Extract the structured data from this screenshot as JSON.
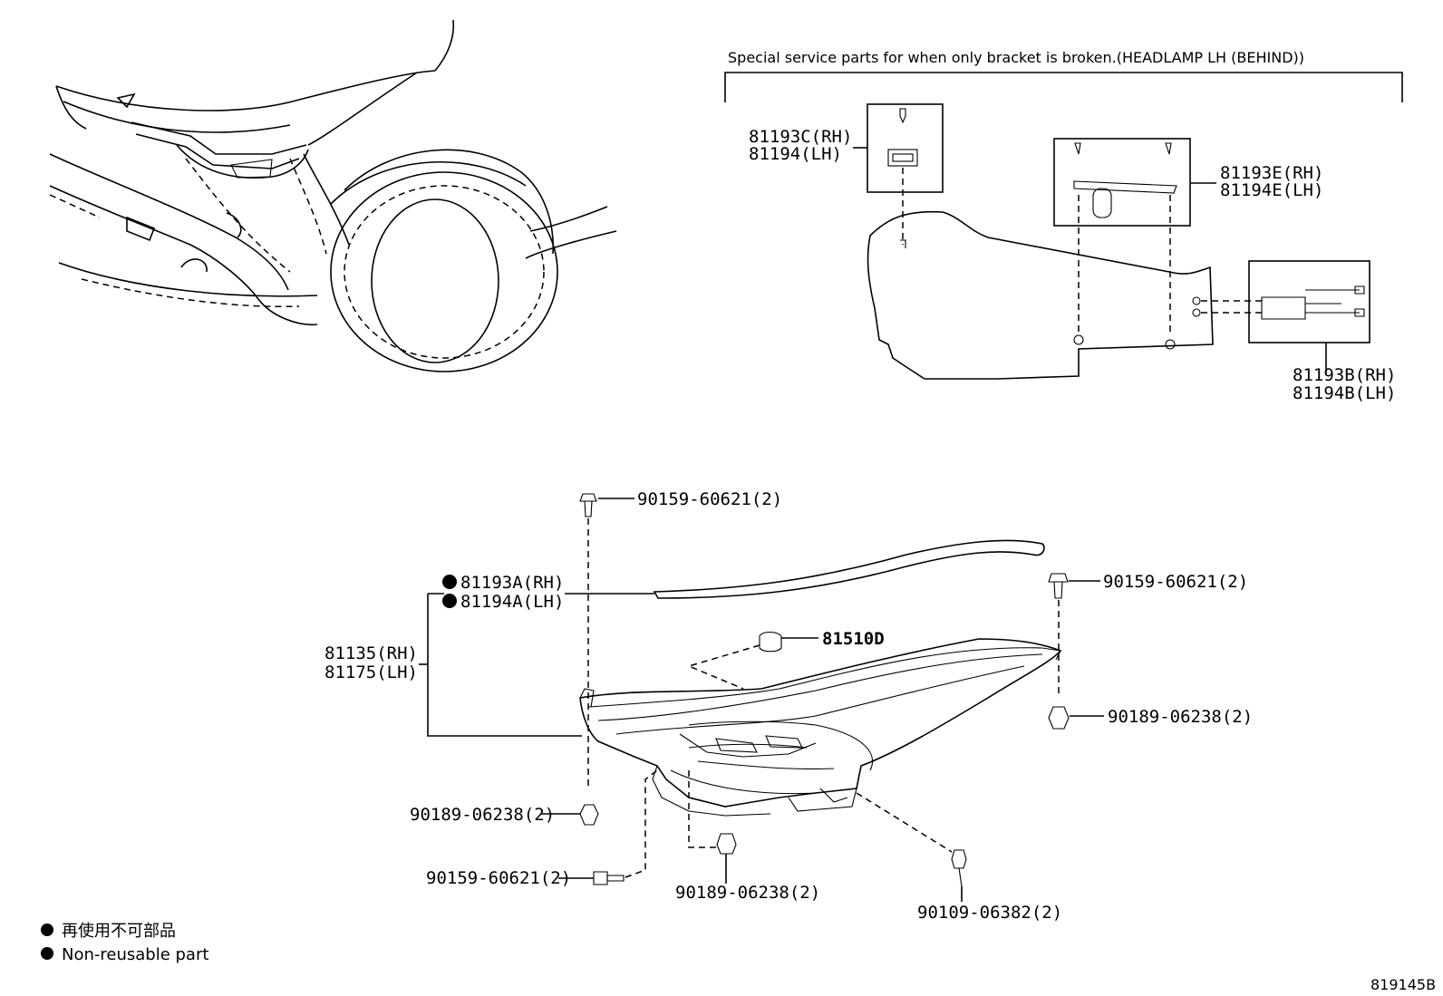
{
  "diagram_id": "819145B",
  "special_note": "Special service parts for when only bracket is broken.(HEADLAMP LH (BEHIND))",
  "parts": {
    "p81193c_rh": "81193C(RH)",
    "p81194_lh": "81194(LH)",
    "p81193e_rh": "81193E(RH)",
    "p81194e_lh": "81194E(LH)",
    "p81193b_rh": "81193B(RH)",
    "p81194b_lh": "81194B(LH)",
    "p81193a_rh": "81193A(RH)",
    "p81194a_lh": "81194A(LH)",
    "p81135_rh": "81135(RH)",
    "p81175_lh": "81175(LH)",
    "p81510d": "81510D",
    "bolt_top_left": "90159-60621(2)",
    "bolt_top_right": "90159-60621(2)",
    "clip_right": "90189-06238(2)",
    "clip_left": "90189-06238(2)",
    "bolt_bottom_left": "90159-60621(2)",
    "clip_bottom_mid": "90189-06238(2)",
    "screw_bottom_right": "90109-06382(2)"
  },
  "legend": {
    "jp": "再使用不可部品",
    "en": "Non-reusable part"
  }
}
